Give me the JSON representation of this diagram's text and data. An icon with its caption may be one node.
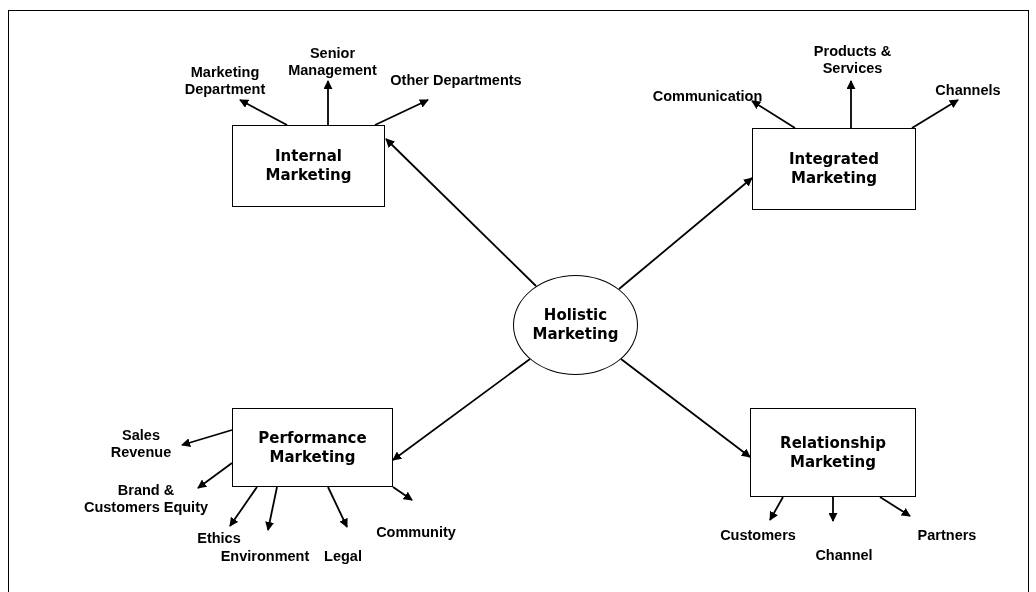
{
  "diagram": {
    "nodes": [
      {
        "text": [
          "Holistic Marketing"
        ]
      },
      {
        "text": [
          "Internal Marketing"
        ]
      },
      {
        "text": [
          "Marketing Department"
        ]
      },
      {
        "text": [
          "Senior Management"
        ]
      },
      {
        "text": [
          "Other Departments"
        ]
      },
      {
        "text": [
          "Integrated Marketing"
        ]
      },
      {
        "text": [
          "Communication"
        ]
      },
      {
        "text": [
          "Products & Services"
        ]
      },
      {
        "text": [
          "Channels"
        ]
      },
      {
        "text": [
          "Performance Marketing"
        ]
      },
      {
        "text": [
          "Sales Revenue"
        ]
      },
      {
        "text": [
          "Brand & Customers Equity"
        ]
      },
      {
        "text": [
          "Ethics"
        ]
      },
      {
        "text": [
          "Environment"
        ]
      },
      {
        "text": [
          "Legal"
        ]
      },
      {
        "text": [
          "Community"
        ]
      },
      {
        "text": [
          "Relationship Marketing"
        ]
      },
      {
        "text": [
          "Customers"
        ]
      },
      {
        "text": [
          "Channel"
        ]
      },
      {
        "text": [
          "Partners"
        ]
      }
    ],
    "edges": [
      {
        "from": 0,
        "to": 1,
        "arrow": "to"
      },
      {
        "from": 0,
        "to": 5,
        "arrow": "to"
      },
      {
        "from": 0,
        "to": 9,
        "arrow": "to"
      },
      {
        "from": 0,
        "to": 16,
        "arrow": "to"
      },
      {
        "from": 1,
        "to": 2,
        "arrow": "to"
      },
      {
        "from": 1,
        "to": 3,
        "arrow": "to"
      },
      {
        "from": 1,
        "to": 4,
        "arrow": "to"
      },
      {
        "from": 5,
        "to": 6,
        "arrow": "to"
      },
      {
        "from": 5,
        "to": 7,
        "arrow": "to"
      },
      {
        "from": 5,
        "to": 8,
        "arrow": "to"
      },
      {
        "from": 9,
        "to": 10,
        "arrow": "to"
      },
      {
        "from": 9,
        "to": 11,
        "arrow": "to"
      },
      {
        "from": 9,
        "to": 12,
        "arrow": "to"
      },
      {
        "from": 9,
        "to": 13,
        "arrow": "to"
      },
      {
        "from": 9,
        "to": 14,
        "arrow": "to"
      },
      {
        "from": 9,
        "to": 15,
        "arrow": "to"
      },
      {
        "from": 16,
        "to": 17,
        "arrow": "to"
      },
      {
        "from": 16,
        "to": 18,
        "arrow": "to"
      },
      {
        "from": 16,
        "to": 19,
        "arrow": "to"
      }
    ]
  }
}
